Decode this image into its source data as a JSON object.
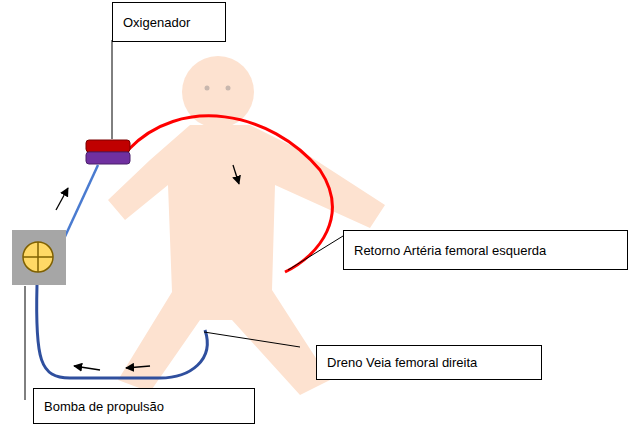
{
  "diagram": {
    "nodes": [
      {
        "text": [
          "Oxigenador"
        ]
      },
      {
        "text": [
          "Retorno Artéria femoral esquerda"
        ]
      },
      {
        "text": [
          "Dreno Veia femoral direita"
        ]
      },
      {
        "text": [
          "Bomba de propulsão"
        ]
      }
    ]
  }
}
